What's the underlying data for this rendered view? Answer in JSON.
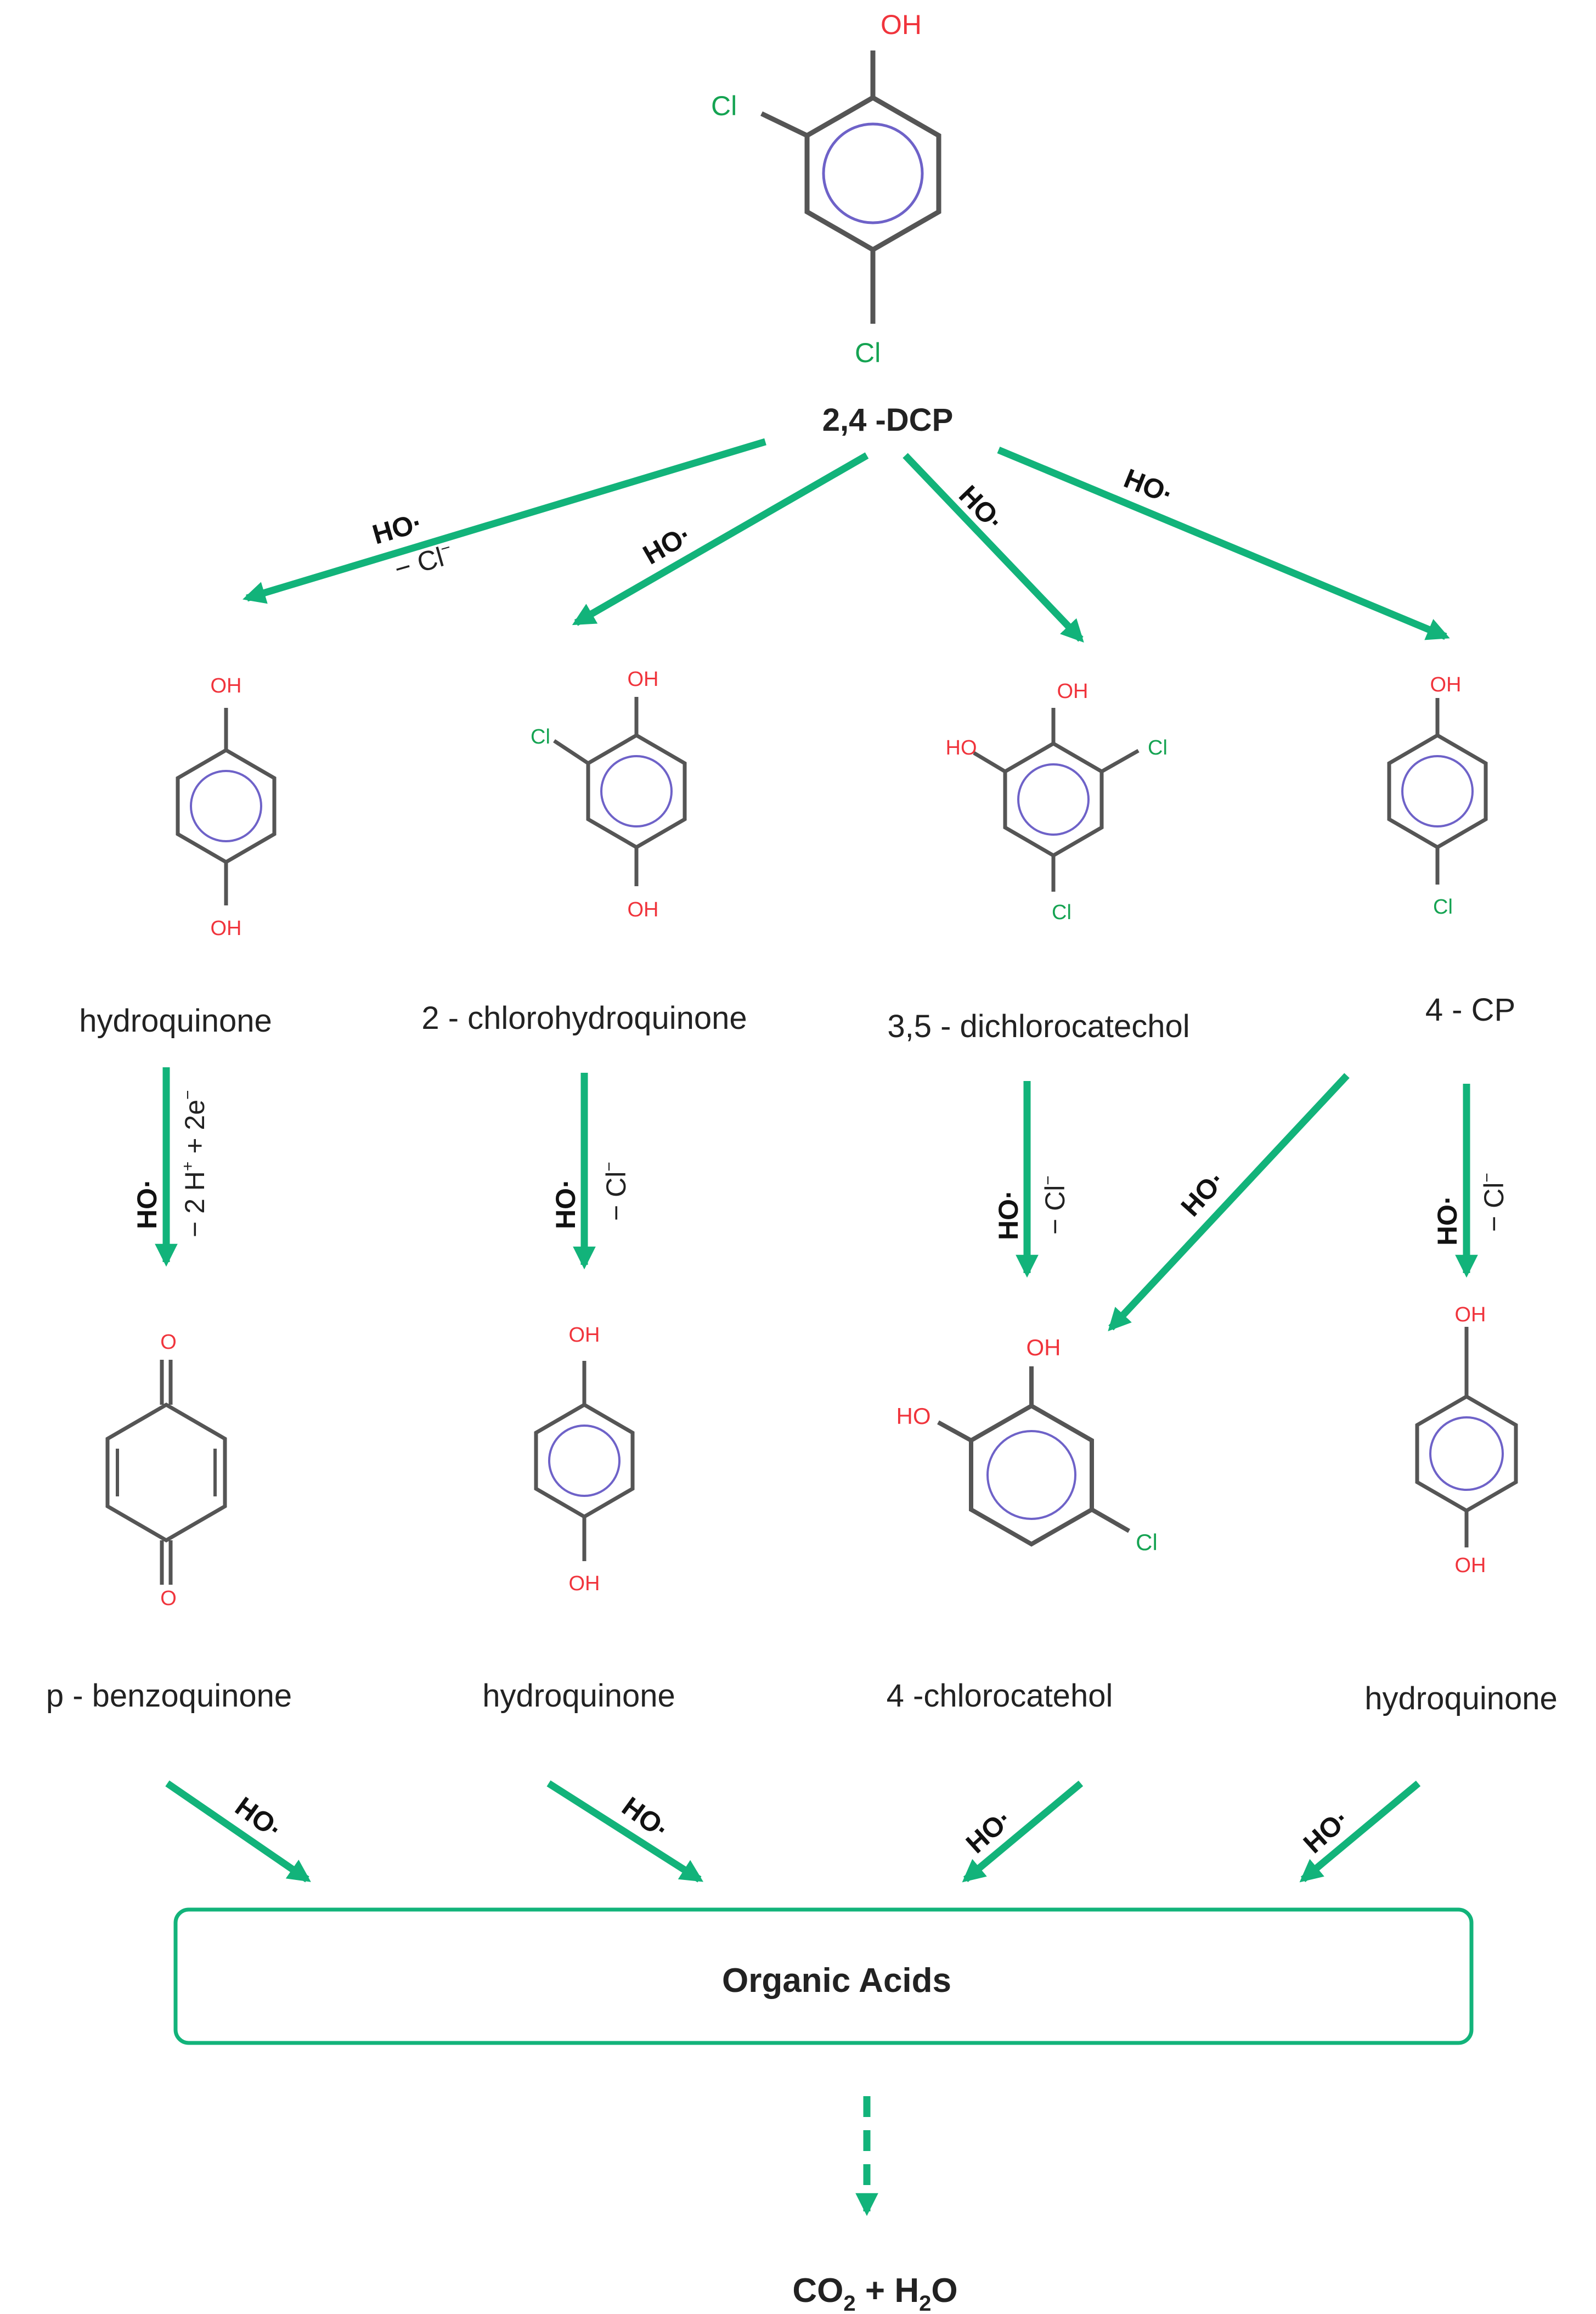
{
  "colors": {
    "arrow": "#12b37a",
    "bond": "#555555",
    "aromatic": "#6e62c8",
    "oxygen": "#f0343c",
    "chlorine": "#15a352",
    "text": "#222222"
  },
  "atoms": {
    "oh": "OH",
    "ho": "HO",
    "cl": "Cl",
    "o": "O"
  },
  "start": {
    "name": "2,4 -DCP"
  },
  "reagents": {
    "ho_dot": "HO·",
    "ho": "HO",
    "minus_cl": "− Cl",
    "charge_minus": "−",
    "minus_2h": "− 2 H",
    "plus_2e": " + 2e",
    "plus": "+"
  },
  "row1": {
    "hydroquinone": "hydroquinone",
    "chlorohydroquinone": "2 - chlorohydroquinone",
    "dichlorocatechol": "3,5 - dichlorocatechol",
    "cp": "4 - CP"
  },
  "row2": {
    "benzoquinone": "p - benzoquinone",
    "hydroquinone_a": "hydroquinone",
    "chlorocatechol": "4 -chlorocatehol",
    "hydroquinone_b": "hydroquinone"
  },
  "box": {
    "label": "Organic Acids"
  },
  "final": {
    "co": "CO",
    "two": "2",
    "plus": " + ",
    "h": "H",
    "two_b": "2",
    "o": "O"
  }
}
